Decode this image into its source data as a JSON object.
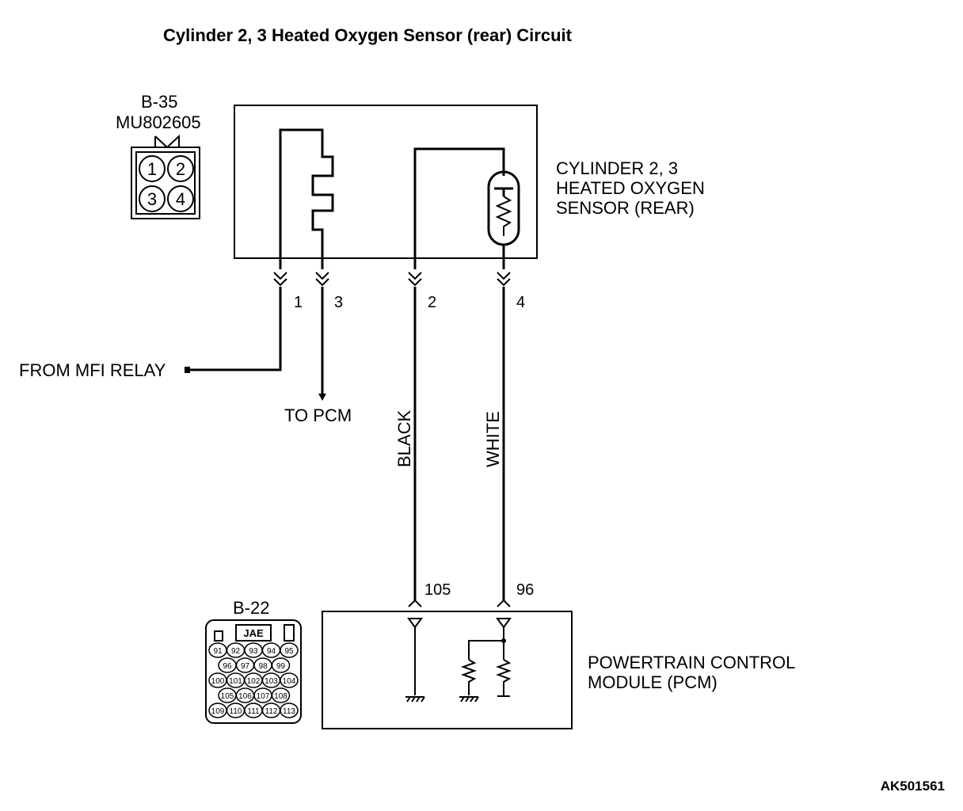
{
  "title": "Cylinder 2, 3 Heated Oxygen Sensor (rear) Circuit",
  "sensor_connector": {
    "id": "B-35",
    "part_number": "MU802605",
    "pins": [
      "1",
      "2",
      "3",
      "4"
    ]
  },
  "sensor": {
    "label_lines": [
      "CYLINDER 2, 3",
      "HEATED OXYGEN",
      "SENSOR (REAR)"
    ]
  },
  "sensor_pins": {
    "p1": "1",
    "p3": "3",
    "p2": "2",
    "p4": "4"
  },
  "signals": {
    "from_relay": "FROM MFI RELAY",
    "to_pcm": "TO PCM"
  },
  "wires": {
    "black": "BLACK",
    "white": "WHITE"
  },
  "pcm_pins": {
    "a": "105",
    "b": "96"
  },
  "pcm_connector": {
    "id": "B-22",
    "maker": "JAE",
    "rows": [
      [
        "91",
        "92",
        "93",
        "94",
        "95"
      ],
      [
        "96",
        "97",
        "98",
        "99"
      ],
      [
        "100",
        "101",
        "102",
        "103",
        "104"
      ],
      [
        "105",
        "106",
        "107",
        "108"
      ],
      [
        "109",
        "110",
        "111",
        "112",
        "113"
      ]
    ]
  },
  "pcm": {
    "label_lines": [
      "POWERTRAIN CONTROL",
      "MODULE (PCM)"
    ]
  },
  "figure_code": "AK501561"
}
